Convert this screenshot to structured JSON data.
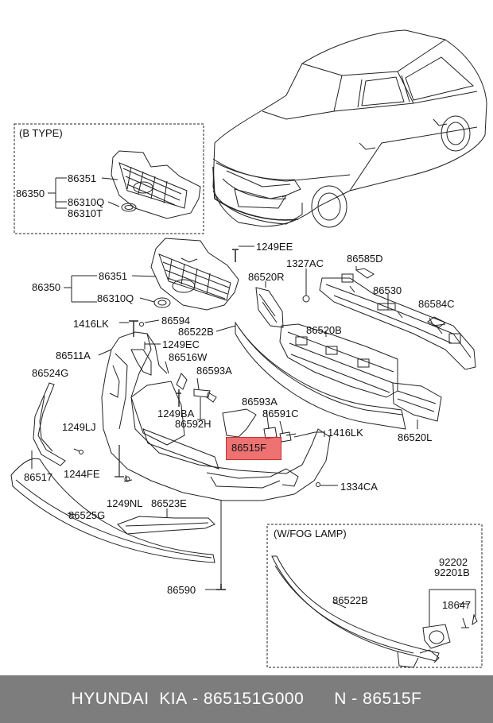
{
  "boxes": {
    "b_type": "(B TYPE)",
    "fog_lamp": "(W/FOG LAMP)"
  },
  "labels": {
    "b_86351": "86351",
    "b_86350": "86350",
    "b_86310q": "86310Q",
    "b_86310t": "86310T",
    "p_1249ee": "1249EE",
    "p_1327ac": "1327AC",
    "p_86585d": "86585D",
    "p_86350": "86350",
    "p_86351": "86351",
    "p_86520r": "86520R",
    "p_86530": "86530",
    "p_86310q": "86310Q",
    "p_86584c": "86584C",
    "p_1416lk_a": "1416LK",
    "p_86594": "86594",
    "p_86522b": "86522B",
    "p_86520b": "86520B",
    "p_1249ec": "1249EC",
    "p_86511a": "86511A",
    "p_86516w": "86516W",
    "p_86593a_a": "86593A",
    "p_86524g": "86524G",
    "p_86593a_b": "86593A",
    "p_1249ba": "1249BA",
    "p_86591c": "86591C",
    "p_86592h": "86592H",
    "p_1249lj": "1249LJ",
    "p_1416lk_b": "1416LK",
    "p_86520l": "86520L",
    "p_86515f": "86515F",
    "p_86517": "86517",
    "p_1244fe": "1244FE",
    "p_1334ca": "1334CA",
    "p_1249nl": "1249NL",
    "p_86523e": "86523E",
    "p_86525g": "86525G",
    "p_86590": "86590",
    "f_92202": "92202",
    "f_92201b": "92201B",
    "f_86522b": "86522B",
    "f_18647": "18647"
  },
  "footer": {
    "brand": "HYUNDAI  KIA",
    "sep1": " - ",
    "part_number": "865151G000",
    "gap": "      ",
    "n_label": "N",
    "sep2": " - ",
    "ref": "86515F"
  }
}
